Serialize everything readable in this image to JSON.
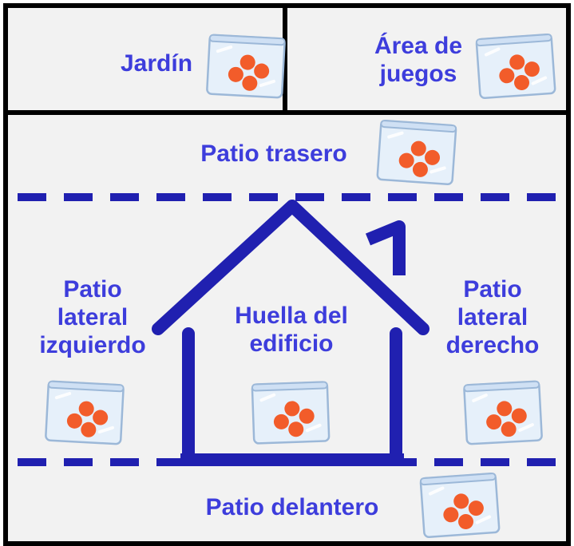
{
  "zones": {
    "jardin": "Jardín",
    "area_juegos_1": "Área de",
    "area_juegos_2": "juegos",
    "patio_trasero": "Patio trasero",
    "lateral_izq_1": "Patio",
    "lateral_izq_2": "lateral",
    "lateral_izq_3": "izquierdo",
    "huella_1": "Huella del",
    "huella_2": "edificio",
    "lateral_der_1": "Patio",
    "lateral_der_2": "lateral",
    "lateral_der_3": "derecho",
    "patio_delantero": "Patio delantero"
  },
  "icons": {
    "sample_bag": "sample-bag-icon",
    "house": "house-outline-icon"
  },
  "colors": {
    "label": "#3d3ddc",
    "house_line": "#2020b0",
    "dots": "#f25c2a",
    "panel": "#f2f2f2",
    "border": "#000000"
  }
}
